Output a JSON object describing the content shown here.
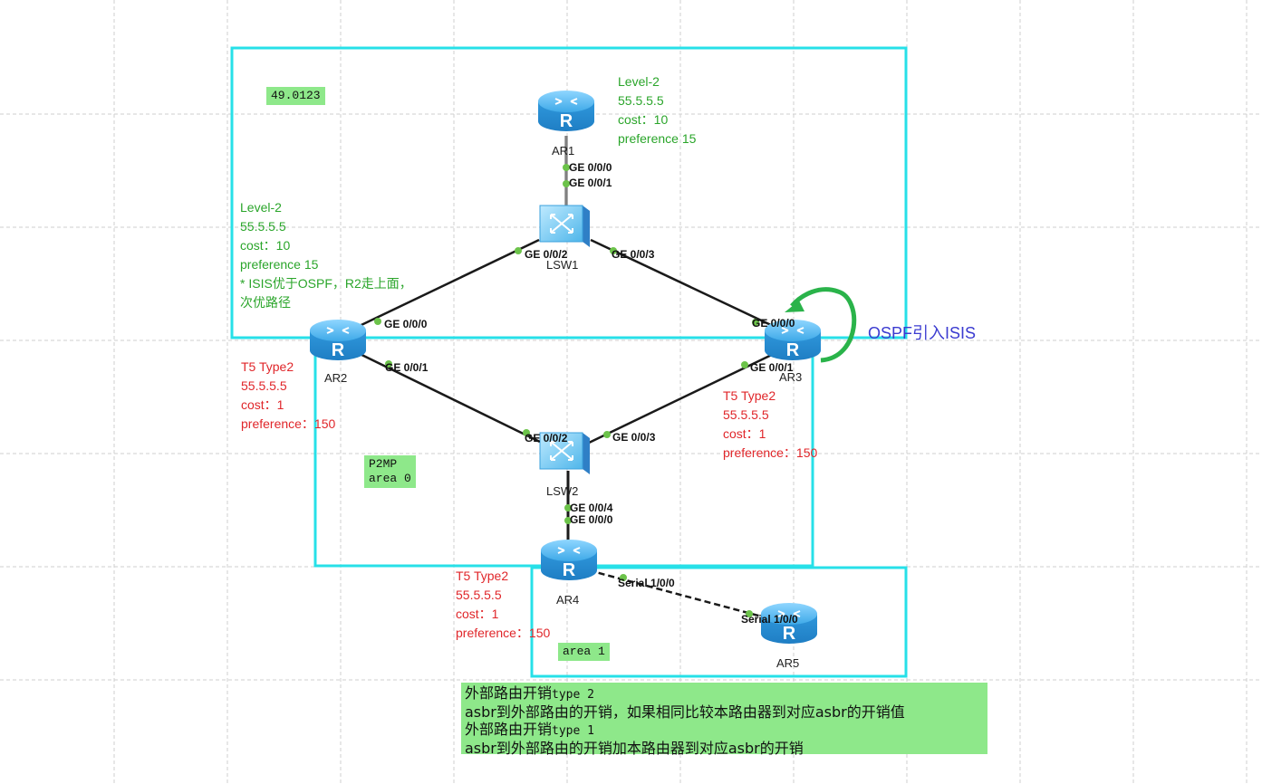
{
  "areas": {
    "isis_area": "49.0123",
    "ospf_area0": [
      "P2MP",
      "area 0"
    ],
    "ospf_area1": "area 1"
  },
  "devices": {
    "ar1": "AR1",
    "ar2": "AR2",
    "ar3": "AR3",
    "ar4": "AR4",
    "ar5": "AR5",
    "lsw1": "LSW1",
    "lsw2": "LSW2"
  },
  "ports": {
    "ar1_g000": "GE 0/0/0",
    "lsw1_g001": "GE 0/0/1",
    "lsw1_g002": "GE 0/0/2",
    "lsw1_g003": "GE 0/0/3",
    "ar2_g000": "GE 0/0/0",
    "ar2_g001": "GE 0/0/1",
    "ar3_g000": "GE 0/0/0",
    "ar3_g001": "GE 0/0/1",
    "lsw2_g002": "GE 0/0/2",
    "lsw2_g003": "GE 0/0/3",
    "lsw2_g004": "GE 0/0/4",
    "ar4_g000": "GE 0/0/0",
    "ar4_s100": "Serial 1/0/0",
    "ar5_s100": "Serial 1/0/0"
  },
  "annotations": {
    "ar1_route": [
      "Level-2",
      "55.5.5.5",
      "cost：10",
      "preference 15"
    ],
    "ar2_isis_route": [
      "Level-2",
      "55.5.5.5",
      "cost：10",
      "preference 15",
      "* ISIS优于OSPF，R2走上面，",
      "次优路径"
    ],
    "ar2_ospf_route": [
      "T5 Type2",
      "55.5.5.5",
      "cost：1",
      "preference：150"
    ],
    "ar3_ospf_route": [
      "T5 Type2",
      "55.5.5.5",
      "cost：1",
      "preference：150"
    ],
    "ar4_ospf_route": [
      "T5 Type2",
      "55.5.5.5",
      "cost：1",
      "preference：150"
    ],
    "import_label": "OSPF引入ISIS"
  },
  "note": {
    "lines": [
      {
        "cn": "外部路由开销",
        "mono": "type 2"
      },
      {
        "text": "asbr到外部路由的开销，如果相同比较本路由器到对应asbr的开销值"
      },
      {
        "cn": "外部路由开销",
        "mono": "type 1"
      },
      {
        "text": "asbr到外部路由的开销加本路由器到对应asbr的开销"
      }
    ]
  },
  "colors": {
    "area_border": "#27e0e8",
    "annotation_green": "#2aa52a",
    "annotation_red": "#e0262a",
    "import_blue": "#3b3bd0",
    "note_bg": "#8ee88a",
    "grid": "#cfcfcf",
    "port_dot": "#6cc34a",
    "router_body": "#3aa0e0",
    "arrow_green": "#2ab34a"
  }
}
